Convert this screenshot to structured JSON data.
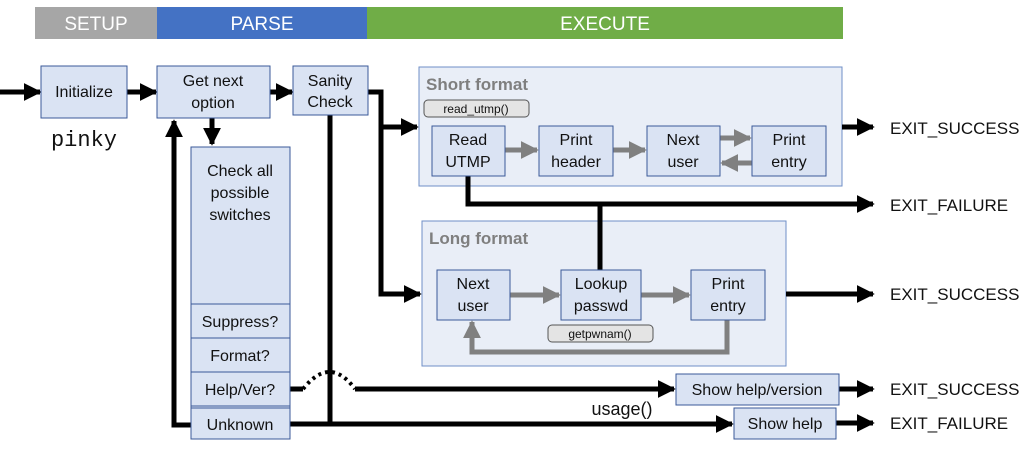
{
  "phases": {
    "setup": "SETUP",
    "parse": "PARSE",
    "execute": "EXECUTE"
  },
  "colors": {
    "setup": "#a6a6a6",
    "parse": "#4472c4",
    "execute": "#70ad47",
    "box_fill": "#dae3f3"
  },
  "nodes": {
    "initialize": "Initialize",
    "pinky": "pinky",
    "get_next_option": [
      "Get next",
      "option"
    ],
    "sanity_check": [
      "Sanity",
      "Check"
    ],
    "check_switches": [
      "Check all",
      "possible",
      "switches"
    ],
    "suppress": "Suppress?",
    "format": "Format?",
    "help_ver": "Help/Ver?",
    "unknown": "Unknown",
    "show_help_version": "Show help/version",
    "show_help": "Show help",
    "usage": "usage()"
  },
  "short_format": {
    "title": "Short format",
    "func": "read_utmp()",
    "read_utmp": [
      "Read",
      "UTMP"
    ],
    "print_header": [
      "Print",
      "header"
    ],
    "next_user": [
      "Next",
      "user"
    ],
    "print_entry": [
      "Print",
      "entry"
    ]
  },
  "long_format": {
    "title": "Long format",
    "func": "getpwnam()",
    "next_user": [
      "Next",
      "user"
    ],
    "lookup_passwd": [
      "Lookup",
      "passwd"
    ],
    "print_entry": [
      "Print",
      "entry"
    ]
  },
  "exits": {
    "short_success": "EXIT_SUCCESS",
    "failure": "EXIT_FAILURE",
    "long_success": "EXIT_SUCCESS",
    "help_success": "EXIT_SUCCESS",
    "help_failure": "EXIT_FAILURE"
  }
}
